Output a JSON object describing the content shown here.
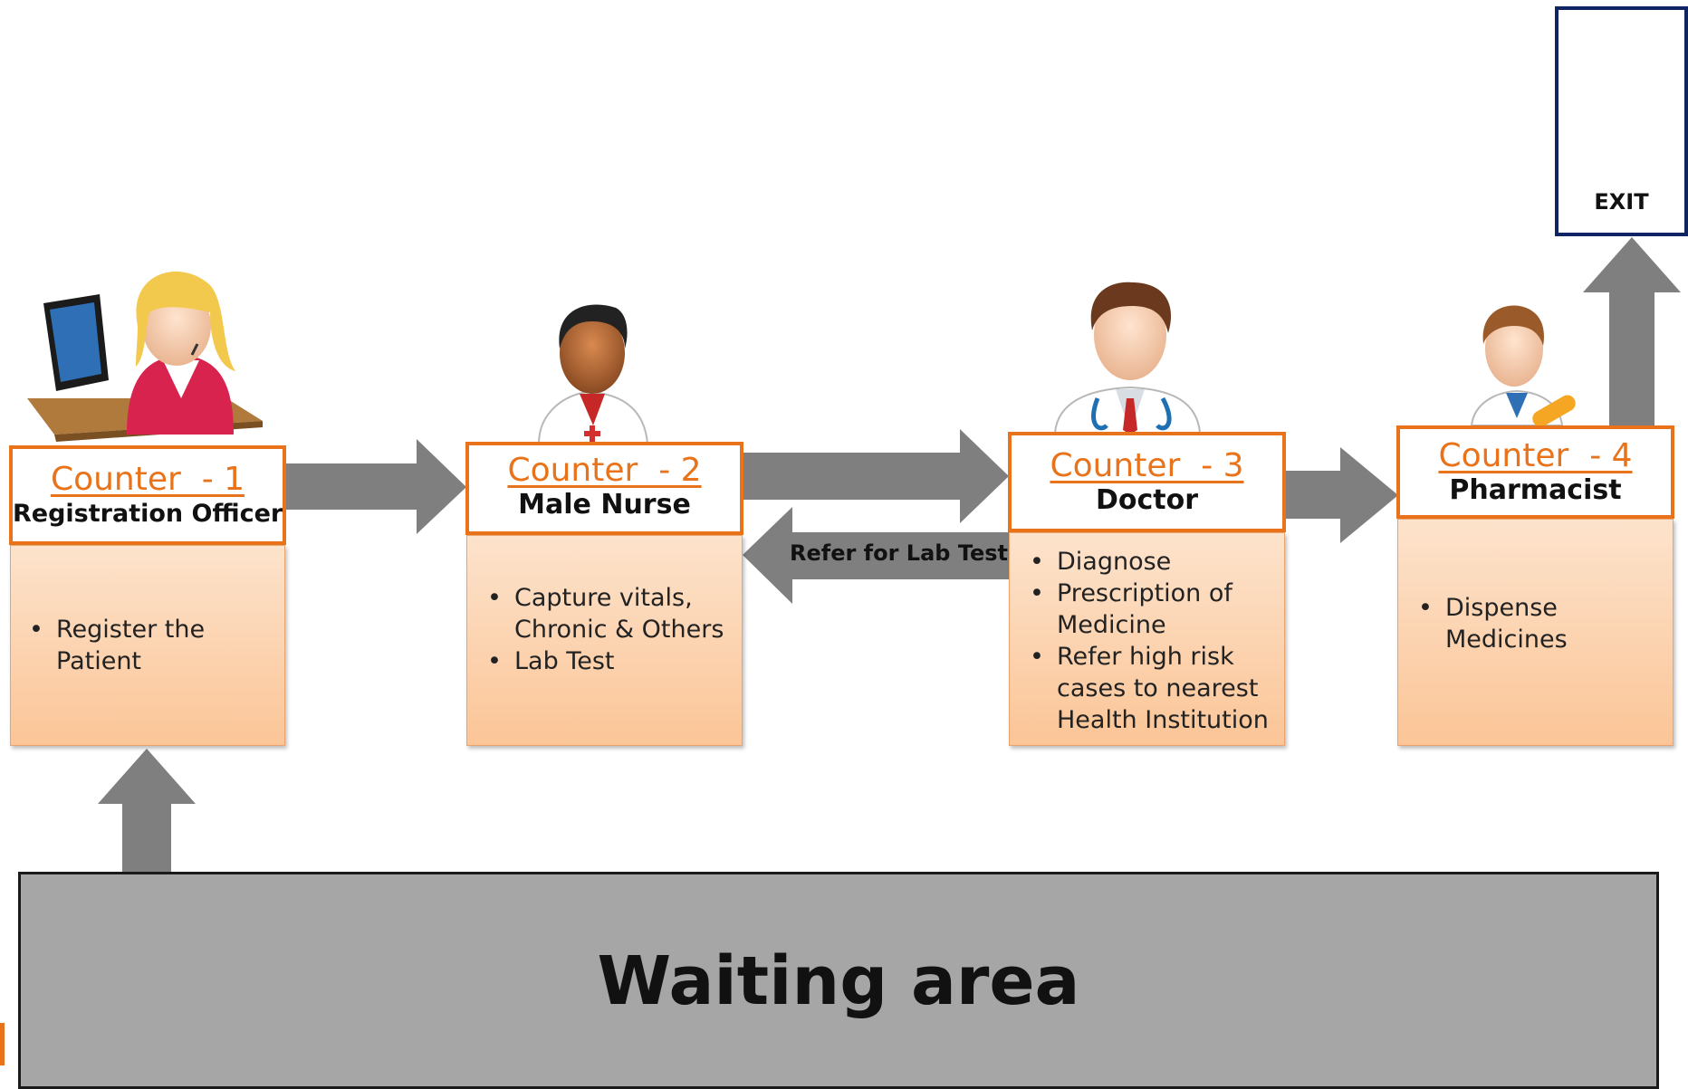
{
  "colors": {
    "accent": "#e8731a",
    "arrow": "#7f7f7f",
    "box_fill_top": "#fde3cc",
    "box_fill_bottom": "#fbc597",
    "waiting_area": "#a6a6a6",
    "exit_border": "#0f2563"
  },
  "counters": [
    {
      "title": "Counter  - 1",
      "role": "Registration Officer",
      "icon": "receptionist-at-computer-icon",
      "tasks": [
        "Register the Patient"
      ]
    },
    {
      "title": "Counter  - 2",
      "role": "Male Nurse",
      "icon": "male-nurse-icon",
      "tasks": [
        "Capture vitals, Chronic  & Others",
        "Lab Test"
      ]
    },
    {
      "title": "Counter  - 3",
      "role": "Doctor",
      "icon": "doctor-with-stethoscope-icon",
      "tasks": [
        "Diagnose",
        "Prescription of Medicine",
        "Refer high risk cases to nearest Health Institution"
      ]
    },
    {
      "title": "Counter  - 4",
      "role": "Pharmacist",
      "icon": "pharmacist-icon",
      "tasks": [
        "Dispense Medicines"
      ]
    }
  ],
  "refer_label": "Refer for Lab Test",
  "exit": {
    "label": "EXIT",
    "icon": "exit-door-icon"
  },
  "waiting_area": {
    "label": "Waiting area"
  }
}
